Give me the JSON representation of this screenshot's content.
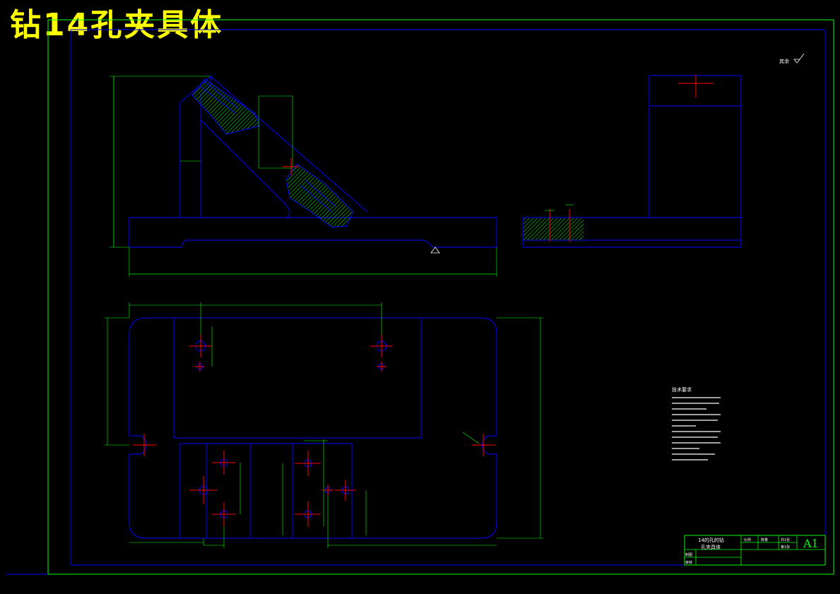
{
  "title": "钻14孔夹具体",
  "surface_finish_note": "其余",
  "tech_requirements": {
    "heading": "技术要求"
  },
  "title_block": {
    "part_name_line1": "14的孔的钻",
    "part_name_line2": "孔夹具体",
    "sheet_size": "A1",
    "labels": [
      "比例",
      "数量",
      "共1张",
      "第1张",
      "制图",
      "审核"
    ]
  },
  "colors": {
    "background": "#000000",
    "title": "#ffff00",
    "border": "#00ff00",
    "outline": "#0000ff",
    "centerline": "#ff0000",
    "dimension": "#00ff00",
    "text": "#ffffff"
  }
}
